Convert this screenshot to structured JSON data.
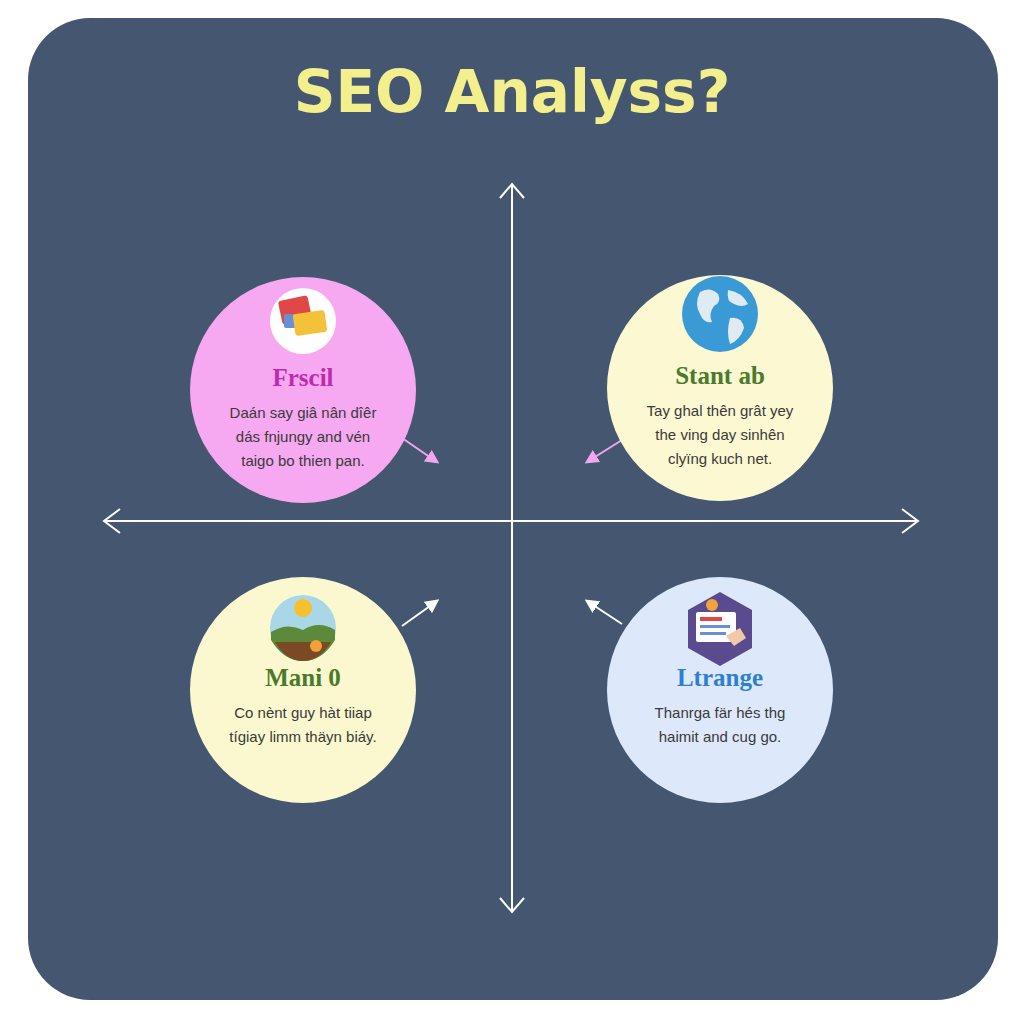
{
  "diagram": {
    "title": "SEO Analyss?",
    "nodes": [
      {
        "text": [
          "Frscil",
          "Daán say giâ nân dîêr dás fnjungy and vén taigo bo thien pan."
        ]
      },
      {
        "text": [
          "Stant ab",
          "Tay ghal thên grât yey the ving day sinhên clyïng kuch net."
        ]
      },
      {
        "text": [
          "Mani 0",
          "Co nènt guy hàt tiiap tígiay limm thäyn biáy."
        ]
      },
      {
        "text": [
          "Ltrange",
          "Thanrga fär hés thg haimit and cug go."
        ]
      }
    ]
  }
}
